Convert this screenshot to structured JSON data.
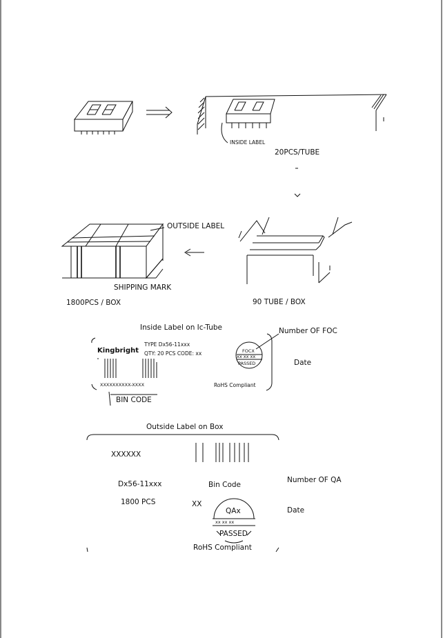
{
  "packing": {
    "inside_label_caption": "INSIDE LABEL",
    "pcs_per_tube": "20PCS/TUBE",
    "outside_label_caption": "OUTSIDE LABEL",
    "shipping_mark_caption": "SHIPPING MARK",
    "pcs_per_box": "1800PCS / BOX",
    "tubes_per_box": "90 TUBE / BOX"
  },
  "inside_label": {
    "title": "Inside Label on Ic-Tube",
    "brand": "Kingbright",
    "type_line": "TYPE  Dx56-11xxx",
    "qty_line": "QTY: 20 PCS   CODE: xx",
    "serial": "XXXXXXXXXX-XXXX",
    "bin_code": "BIN CODE",
    "foc_stamp": "FOCX",
    "foc_marks": "xx  xx  xx",
    "passed": "PASSED",
    "rohs": "RoHS Compliant",
    "number_of_foc": "Number OF FOC",
    "date": "Date"
  },
  "outside_label": {
    "title": "Outside Label on Box",
    "serial": "XXXXXX",
    "part_number": "Dx56-11xxx",
    "bin_code": "Bin Code",
    "qty": "1800 PCS",
    "code": "XX",
    "qa_stamp": "QAx",
    "qa_marks": "xx   xx   xx",
    "passed": "PASSED",
    "rohs": "RoHS Compliant",
    "number_of_qa": "Number OF QA",
    "date": "Date"
  }
}
